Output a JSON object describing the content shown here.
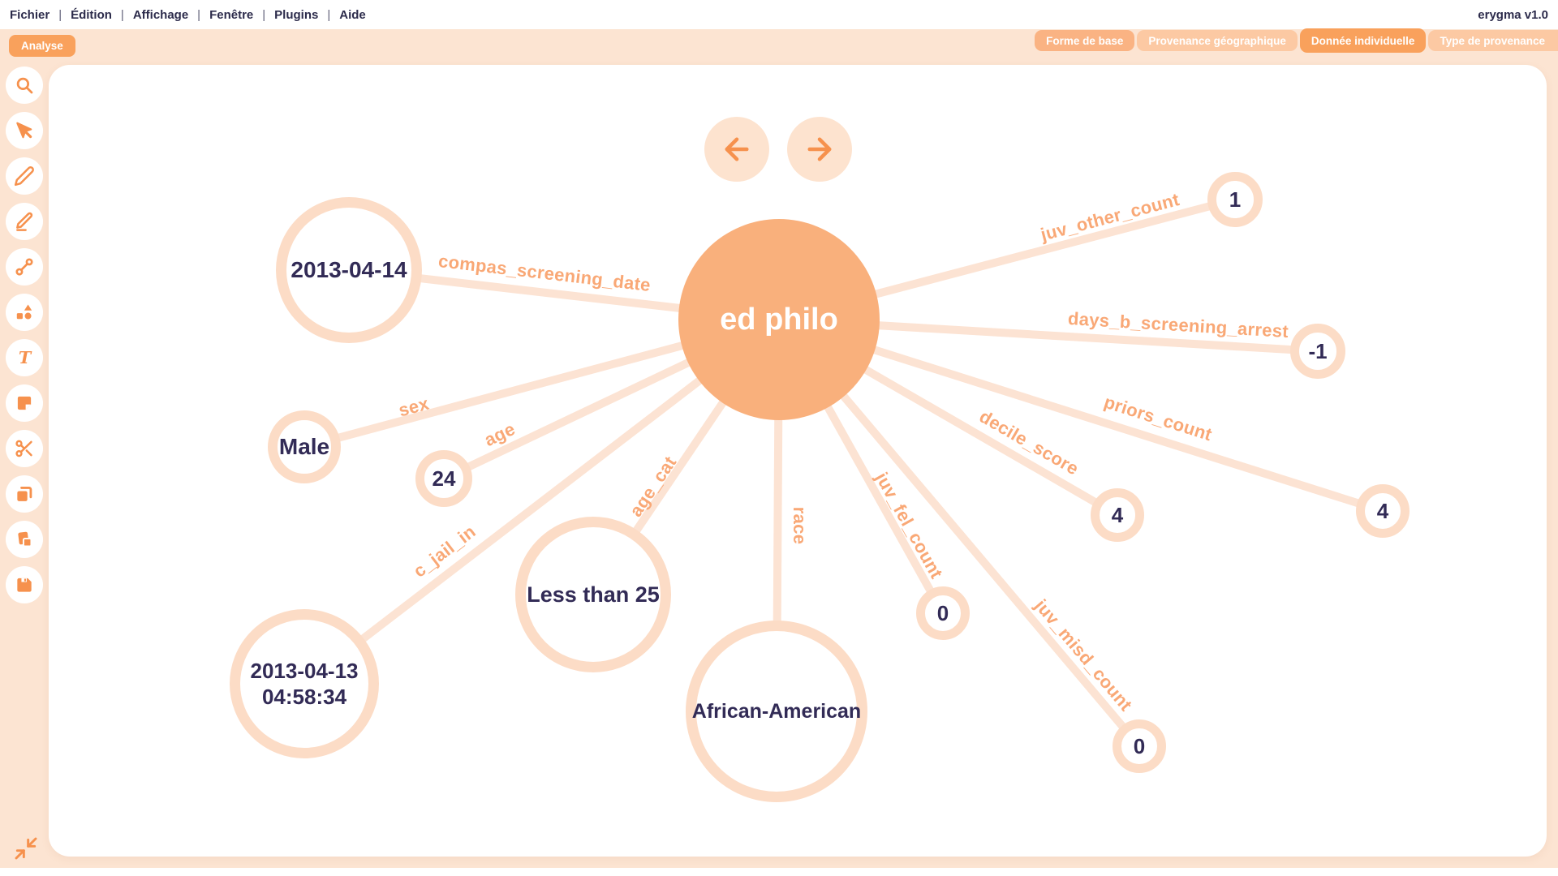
{
  "menubar": {
    "items": [
      "Fichier",
      "Édition",
      "Affichage",
      "Fenêtre",
      "Plugins",
      "Aide"
    ],
    "separator": "|",
    "version": "erygma v1.0"
  },
  "tabs": {
    "analyse": "Analyse",
    "right": [
      {
        "label": "Forme de base",
        "active": false
      },
      {
        "label": "Provenance géographique",
        "active": false
      },
      {
        "label": "Donnée individuelle",
        "active": true
      },
      {
        "label": "Type de provenance",
        "active": false
      }
    ]
  },
  "toolbar": {
    "tools": [
      "search",
      "select",
      "pencil",
      "highlighter",
      "connector",
      "shapes",
      "text",
      "note",
      "scissors",
      "copy",
      "paste",
      "save"
    ],
    "collapse": "collapse"
  },
  "nav": {
    "back": "back-arrow",
    "forward": "forward-arrow"
  },
  "graph": {
    "center": "ed philo",
    "edges": [
      {
        "attribute": "compas_screening_date",
        "value": "2013-04-14"
      },
      {
        "attribute": "juv_other_count",
        "value": "1"
      },
      {
        "attribute": "days_b_screening_arrest",
        "value": "-1"
      },
      {
        "attribute": "priors_count",
        "value": "4"
      },
      {
        "attribute": "decile_score",
        "value": "4"
      },
      {
        "attribute": "juv_fel_count",
        "value": "0"
      },
      {
        "attribute": "juv_misd_count",
        "value": "0"
      },
      {
        "attribute": "sex",
        "value": "Male"
      },
      {
        "attribute": "age",
        "value": "24"
      },
      {
        "attribute": "age_cat",
        "value": "Less than 25"
      },
      {
        "attribute": "c_jail_in",
        "value": "2013-04-13 04:58:34"
      },
      {
        "attribute": "race",
        "value": "African-American"
      }
    ]
  },
  "colors": {
    "accent_orange": "#f6914d",
    "center_node_fill": "#f9b07c",
    "peach_band": "#fce4d2",
    "edge_line": "#fce3d3",
    "node_border": "#fcdcc6",
    "edge_label": "#f9a876",
    "menu_text": "#2c2b4b",
    "node_text": "#322b56",
    "tab_active": "#f9a15c",
    "tab_inactive": "#fcc9a3"
  }
}
